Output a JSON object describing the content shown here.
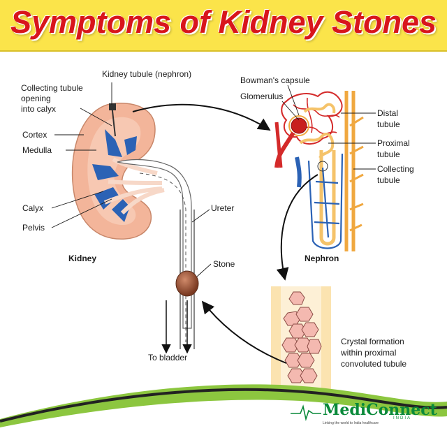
{
  "banner": {
    "title": "Symptoms of Kidney Stones"
  },
  "labels": {
    "kidney_tubule": "Kidney tubule (nephron)",
    "collecting_tubule_line1": "Collecting tubule",
    "collecting_tubule_line2": "opening",
    "collecting_tubule_line3": "into calyx",
    "cortex": "Cortex",
    "medulla": "Medulla",
    "calyx": "Calyx",
    "pelvis": "Pelvis",
    "kidney": "Kidney",
    "ureter": "Ureter",
    "stone": "Stone",
    "to_bladder": "To bladder",
    "bowmans_capsule": "Bowman's capsule",
    "glomerulus": "Glomerulus",
    "distal_line1": "Distal",
    "distal_line2": "tubule",
    "proximal_line1": "Proximal",
    "proximal_line2": "tubule",
    "collecting_line1": "Collecting",
    "collecting_line2": "tubule",
    "nephron": "Nephron",
    "crystal_line1": "Crystal formation",
    "crystal_line2": "within proximal",
    "crystal_line3": "convoluted tubule"
  },
  "brand": {
    "name": "MediConnect",
    "sub": "INDIA",
    "tagline": "Linking the world to India healthcare"
  },
  "colors": {
    "banner_bg": "#fbe44a",
    "title": "#d8151c",
    "kidney_pink": "#f3b59a",
    "calyx_blue": "#2b62b5",
    "wave_green": "#8cc63f",
    "brand_green": "#0a8a3a"
  }
}
